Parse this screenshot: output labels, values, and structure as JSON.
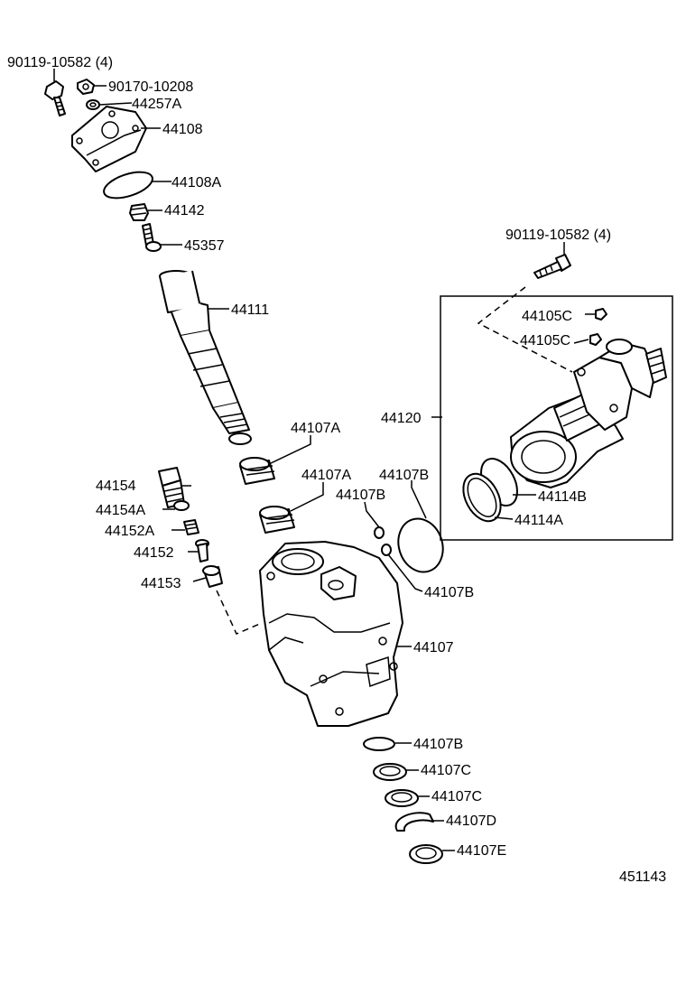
{
  "diagram": {
    "code": "451143",
    "labels": {
      "bolt_top": "90119-10582 (4)",
      "bolt_right": "90119-10582 (4)",
      "nut": "90170-10208",
      "p44257A": "44257A",
      "p44108": "44108",
      "p44108A": "44108A",
      "p44142": "44142",
      "p45357": "45357",
      "p44111": "44111",
      "p44107A_1": "44107A",
      "p44107A_2": "44107A",
      "p44107B_1": "44107B",
      "p44107B_2": "44107B",
      "p44107B_3": "44107B",
      "p44107B_4": "44107B",
      "p44154": "44154",
      "p44154A": "44154A",
      "p44152A": "44152A",
      "p44152": "44152",
      "p44153": "44153",
      "p44120": "44120",
      "p44105C_1": "44105C",
      "p44105C_2": "44105C",
      "p44114B": "44114B",
      "p44114A": "44114A",
      "p44107": "44107",
      "p44107C_1": "44107C",
      "p44107C_2": "44107C",
      "p44107D": "44107D",
      "p44107E": "44107E"
    }
  }
}
